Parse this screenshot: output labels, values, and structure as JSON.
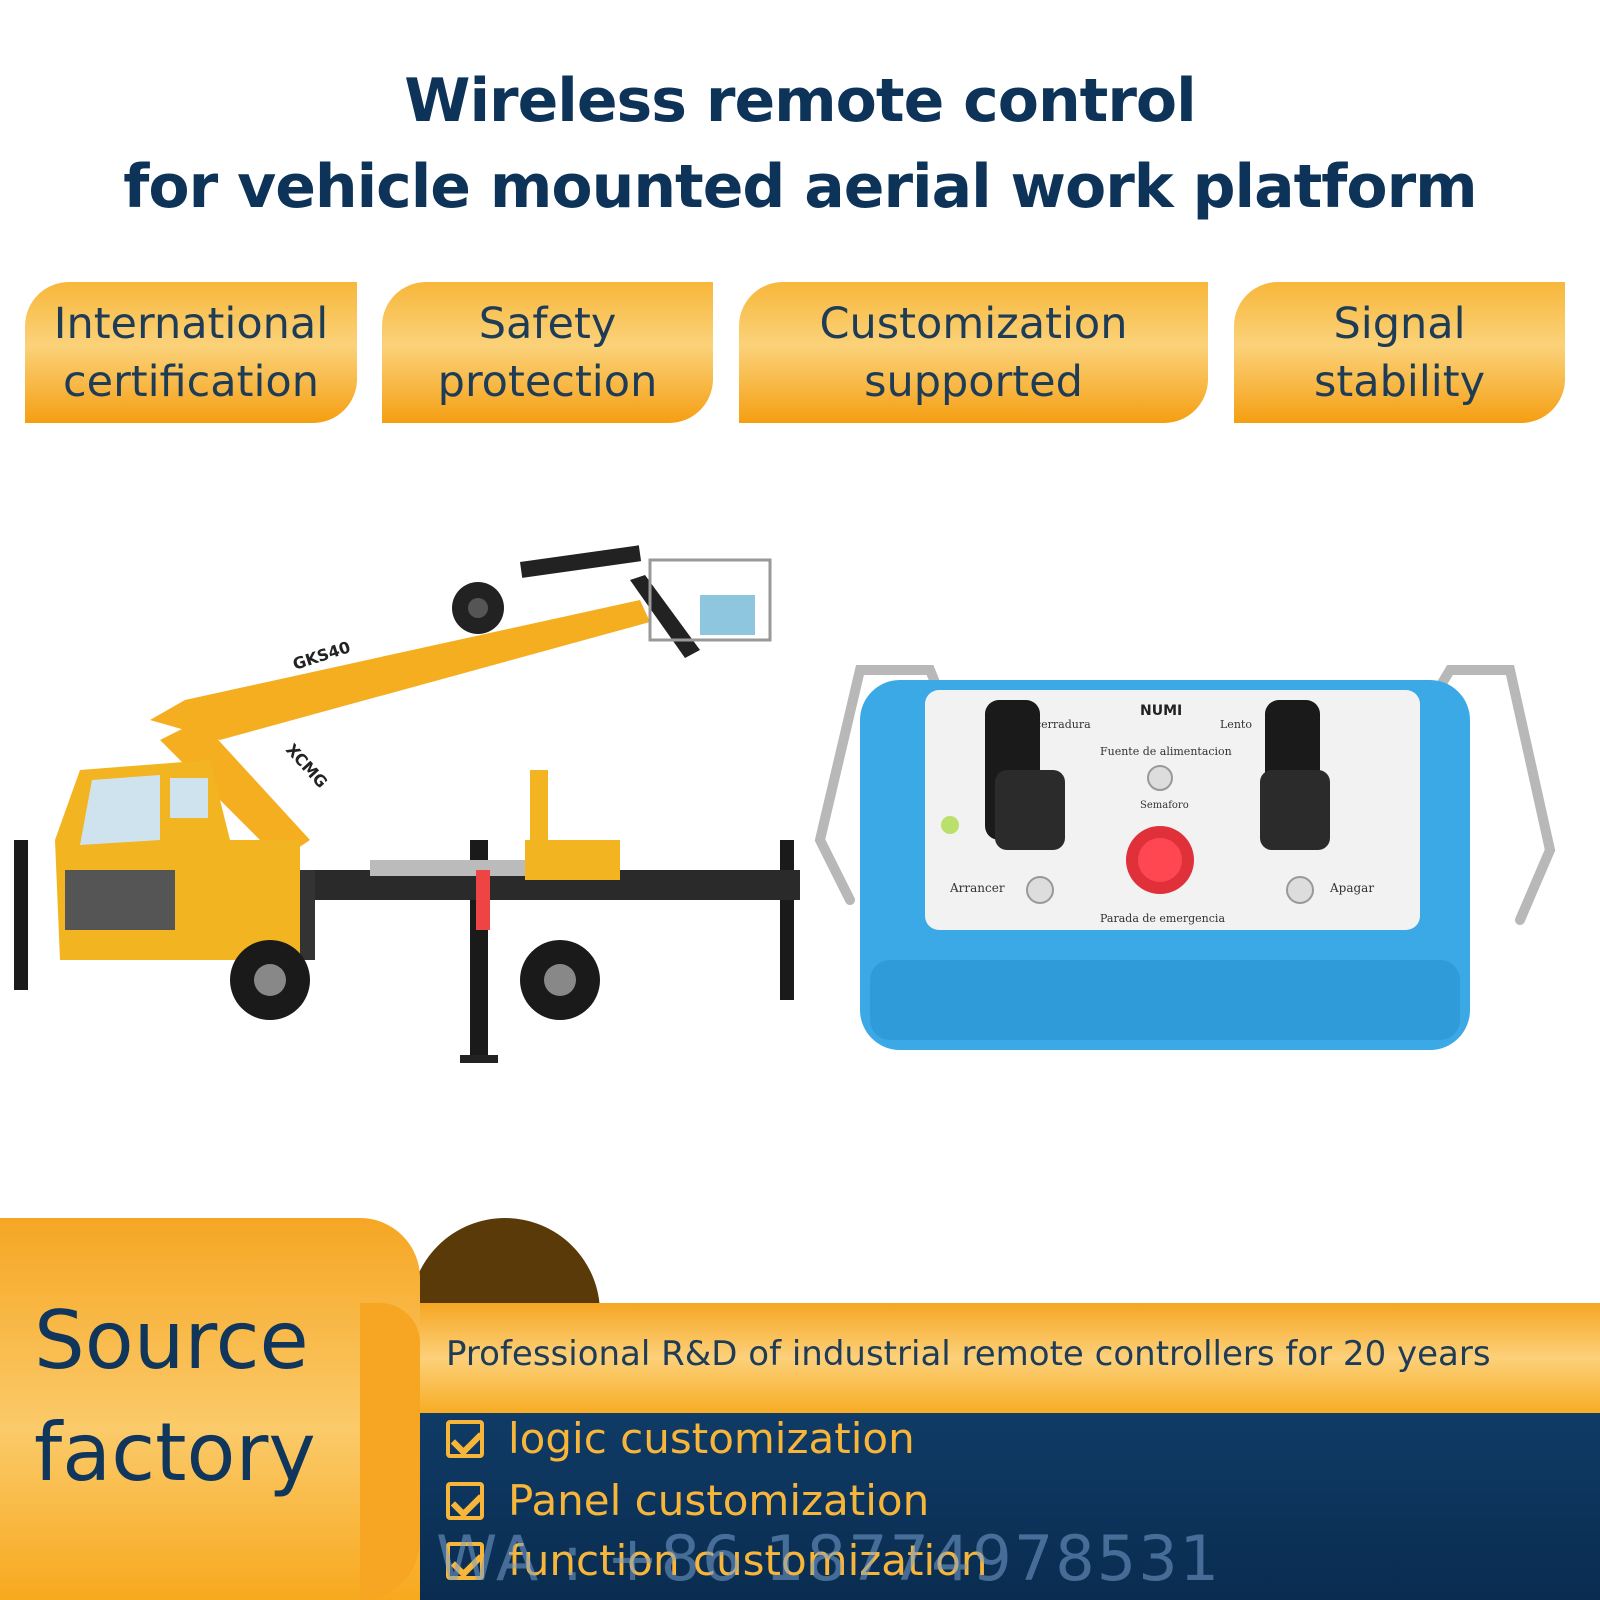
{
  "header": {
    "title_line1": "Wireless remote control",
    "title_line2": "for vehicle mounted aerial work platform"
  },
  "features": [
    {
      "line1": "International",
      "line2": "certification"
    },
    {
      "line1": "Safety",
      "line2": "protection"
    },
    {
      "line1": "Customization",
      "line2": "supported"
    },
    {
      "line1": "Signal",
      "line2": "stability"
    }
  ],
  "illustrations": {
    "truck_boom_label": "GKS40",
    "truck_brand_label": "XCMG",
    "remote_brand_label": "NUMI",
    "remote_panel_labels": {
      "top_left": "cerradura",
      "top_right": "Lento",
      "feed": "Fuente de alimentacion",
      "semaforo": "Semaforo",
      "start": "Arrancer",
      "stop": "Apagar",
      "emergency": "Parada de emergencia"
    }
  },
  "banner": {
    "source_line1": "Source",
    "source_line2": "factory",
    "rd_text": "Professional R&D of industrial remote controllers for 20 years",
    "checklist": [
      "logic customization",
      "Panel customization",
      "function customization"
    ],
    "watermark": "WA : +86 18774978531"
  },
  "colors": {
    "navy": "#0d3358",
    "orange": "#f6a623",
    "remote_blue": "#3ba9e6"
  }
}
